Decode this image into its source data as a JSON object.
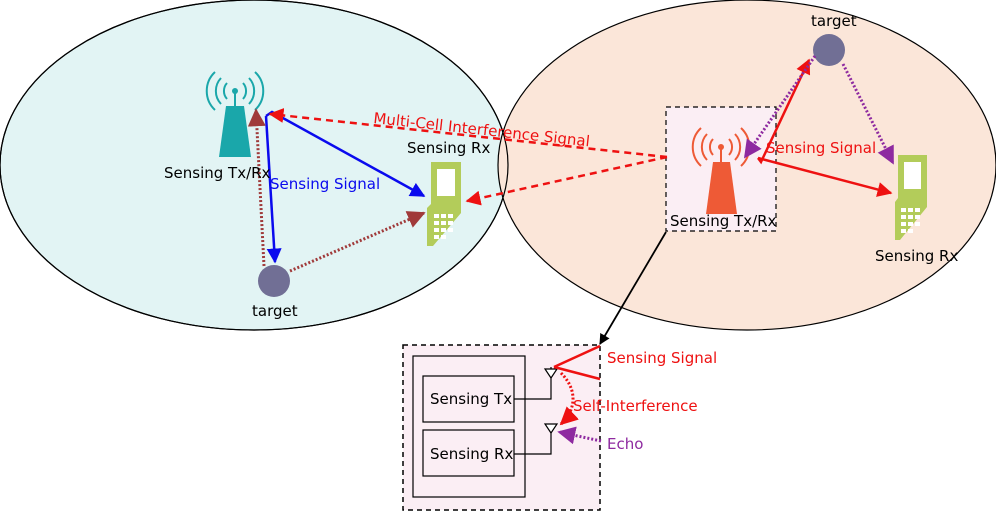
{
  "labels": {
    "left_tx": "Sensing Tx/Rx",
    "left_rx": "Sensing Rx",
    "left_target": "target",
    "left_signal": "Sensing Signal",
    "interference": "Multi-Cell Interference Signal",
    "right_tx": "Sensing Tx/Rx",
    "right_signal": "Sensing Signal",
    "right_target": "target",
    "right_rx": "Sensing Rx",
    "inset_tx": "Sensing Tx",
    "inset_rx": "Sensing Rx",
    "inset_signal": "Sensing Signal",
    "inset_self_interference": "Self-Interference",
    "inset_echo": "Echo"
  },
  "colors": {
    "left_cell": "#e2f4f4",
    "right_cell": "#fbe6d9",
    "left_tower": "#1aa7aa",
    "right_tower": "#ee5a36",
    "phone": "#b3cc5a",
    "target": "#716f95",
    "blue_signal": "#0a0aee",
    "red_signal": "#ee1111",
    "echo_brown": "#a03a3a",
    "purple": "#8e2aa0",
    "highlight_box": "#fbeef4"
  },
  "icons": [
    "antenna-tower-icon",
    "mobile-phone-icon",
    "target-icon",
    "antenna-icon"
  ]
}
